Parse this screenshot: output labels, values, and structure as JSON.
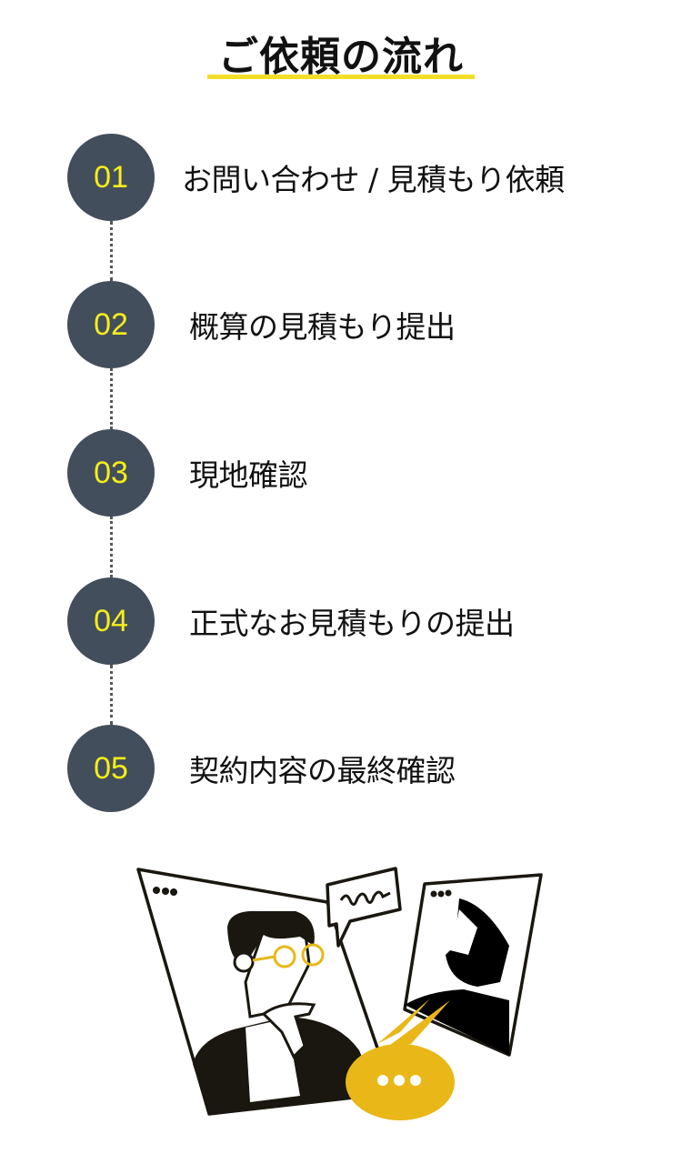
{
  "header": {
    "title": "ご依頼の流れ",
    "accent_color": "#f3df2b"
  },
  "steps": [
    {
      "number": "01",
      "label": "お問い合わせ / 見積もり依頼"
    },
    {
      "number": "02",
      "label": "概算の見積もり提出"
    },
    {
      "number": "03",
      "label": "現地確認"
    },
    {
      "number": "04",
      "label": "正式なお見積もりの提出"
    },
    {
      "number": "05",
      "label": "契約内容の最終確認"
    }
  ],
  "colors": {
    "circle": "#434e5c",
    "number": "#f5ee1a",
    "bubble": "#e9b718",
    "ink": "#1a1710"
  },
  "illustration": {
    "icon": "video-call-illustration"
  }
}
